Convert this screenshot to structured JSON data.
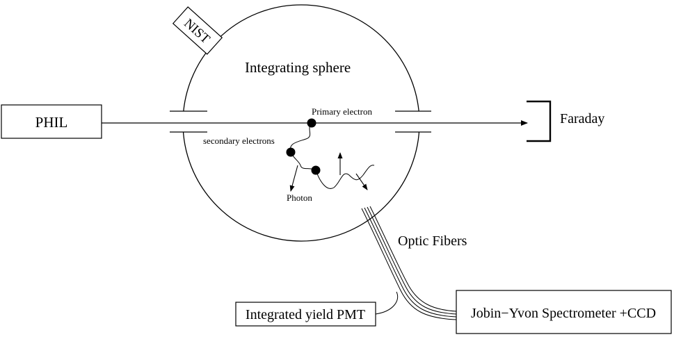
{
  "labels": {
    "phil": "PHIL",
    "nist": "NIST",
    "integrating_sphere": "Integrating sphere",
    "primary_electron": "Primary electron",
    "secondary_electrons": "secondary electrons",
    "photon": "Photon",
    "faraday": "Faraday",
    "optic_fibers": "Optic Fibers",
    "integrated_yield_pmt": "Integrated yield PMT",
    "spectrometer": "Jobin−Yvon Spectrometer +CCD"
  },
  "colors": {
    "ink": "#000000",
    "background": "#ffffff"
  }
}
